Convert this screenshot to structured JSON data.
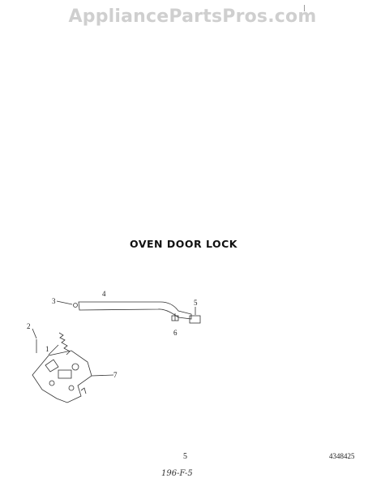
{
  "watermark": {
    "text": "AppliancePartsPros.com"
  },
  "diagram": {
    "title": "OVEN DOOR LOCK",
    "callouts": [
      "1",
      "2",
      "3",
      "4",
      "5",
      "6",
      "7"
    ]
  },
  "footer": {
    "page_number": "5",
    "part_number": "4348425",
    "handwritten_code": "196-F-5"
  }
}
